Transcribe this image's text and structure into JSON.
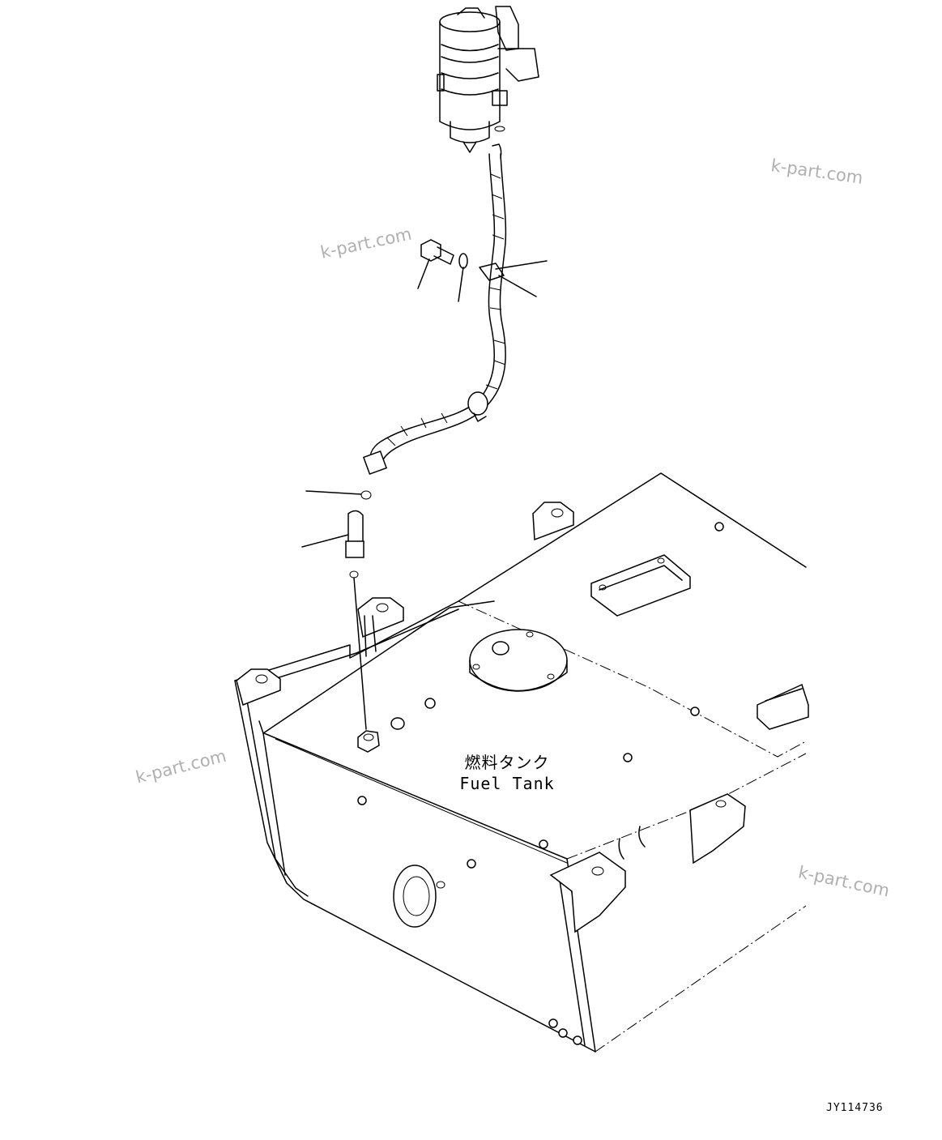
{
  "labels": {
    "tank_jp": "燃料タンク",
    "tank_en": "Fuel Tank",
    "drawing_code": "JY114736"
  },
  "watermarks": [
    "k-part.com",
    "k-part.com",
    "k-part.com",
    "k-part.com"
  ],
  "colors": {
    "line": "#000000",
    "watermark": "#b0b0b0",
    "background": "#ffffff"
  }
}
